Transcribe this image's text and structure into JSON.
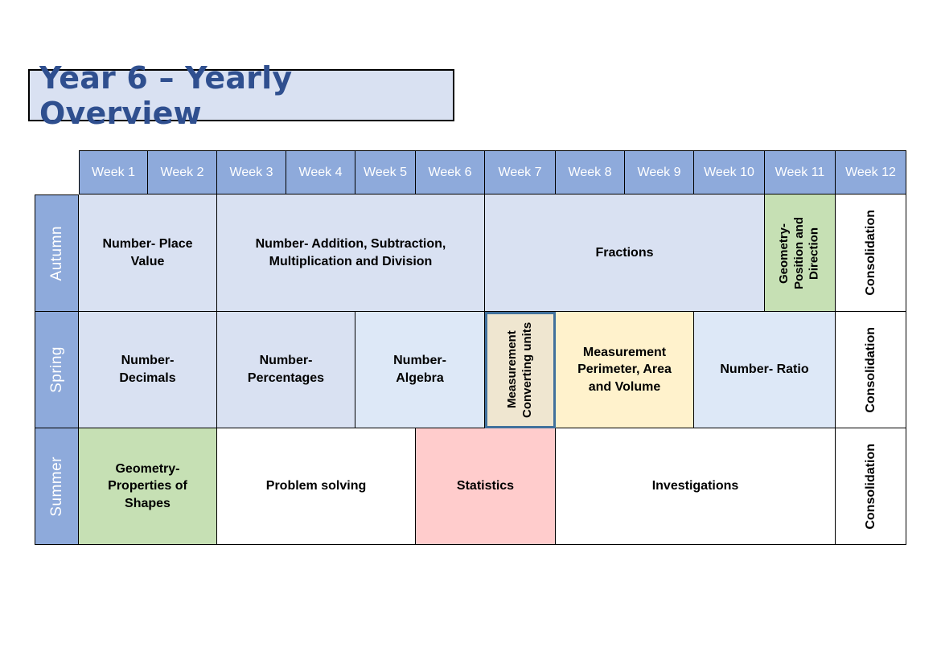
{
  "title": "Year 6 – Yearly Overview",
  "weeks": [
    "Week 1",
    "Week 2",
    "Week 3",
    "Week 4",
    "Week 5",
    "Week 6",
    "Week 7",
    "Week 8",
    "Week 9",
    "Week 10",
    "Week 11",
    "Week 12"
  ],
  "terms": [
    "Autumn",
    "Spring",
    "Summer"
  ],
  "autumn": {
    "place_value": "Number- Place Value",
    "operations": "Number- Addition, Subtraction, Multiplication and Division",
    "fractions": "Fractions",
    "geometry_position": "Geometry- Position and Direction",
    "consolidation": "Consolidation"
  },
  "spring": {
    "decimals": "Number- Decimals",
    "percentages": "Number- Percentages",
    "algebra": "Number- Algebra",
    "converting_units": "Measurement Converting units",
    "perimeter_area_volume": "Measurement Perimeter, Area and Volume",
    "ratio": "Number- Ratio",
    "consolidation": "Consolidation"
  },
  "summer": {
    "geometry_shapes": "Geometry- Properties of Shapes",
    "problem_solving": "Problem solving",
    "statistics": "Statistics",
    "investigations": "Investigations",
    "consolidation": "Consolidation"
  },
  "colors": {
    "header_blue": "#8eaadb",
    "light_blue": "#d9e1f2",
    "green": "#c6e0b4",
    "yellow": "#fff2cc",
    "pink": "#ffcccc",
    "tan": "#efe6d0",
    "title_text": "#2f4f8f"
  }
}
